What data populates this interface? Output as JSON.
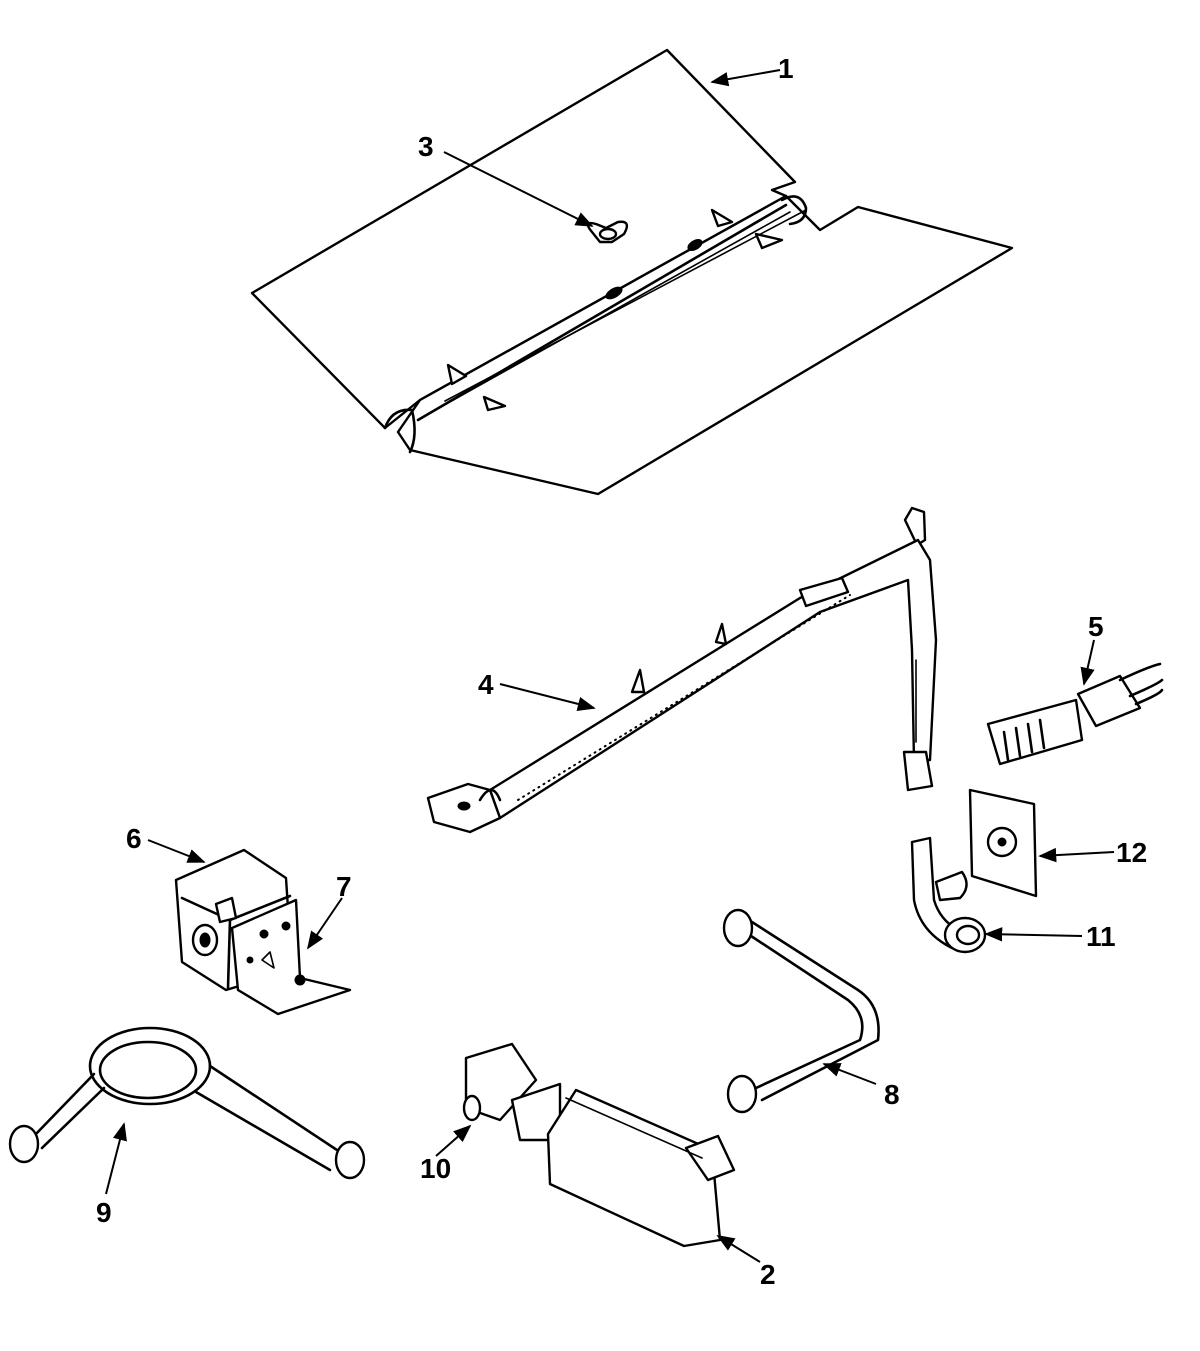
{
  "callouts": {
    "n1": "1",
    "n2": "2",
    "n3": "3",
    "n4": "4",
    "n5": "5",
    "n6": "6",
    "n7": "7",
    "n8": "8",
    "n9": "9",
    "n10": "10",
    "n11": "11",
    "n12": "12"
  }
}
